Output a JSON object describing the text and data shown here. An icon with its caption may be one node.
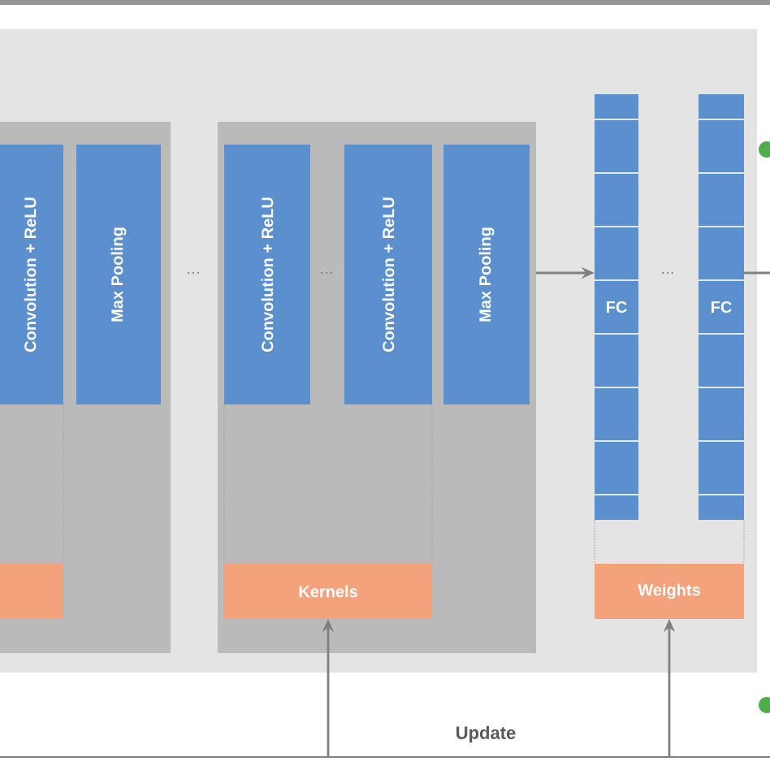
{
  "diagram": {
    "nodes": [
      {
        "text": [],
        "shape": "box"
      },
      {
        "text": [],
        "shape": "box",
        "in": 0
      },
      {
        "text": [
          "Convolution + ReLU"
        ],
        "in": 1
      },
      {
        "text": [
          "Max Pooling"
        ],
        "in": 1
      },
      {
        "text": [],
        "shape": "box",
        "in": 1
      },
      {
        "text": [],
        "shape": "box",
        "in": 0
      },
      {
        "text": [
          "Convolution + ReLU"
        ],
        "in": 5
      },
      {
        "text": [
          "Convolution + ReLU"
        ],
        "in": 5
      },
      {
        "text": [
          "Max Pooling"
        ],
        "in": 5
      },
      {
        "text": [
          "Kernels"
        ],
        "in": 5
      },
      {
        "text": [
          "FC"
        ],
        "in": 0
      },
      {
        "text": [
          "FC"
        ],
        "in": 0
      },
      {
        "text": [
          "Weights"
        ],
        "in": 0
      }
    ],
    "edges": [
      {
        "from": 5,
        "to": 10,
        "arrow": "to"
      },
      {
        "from": 11,
        "to": null,
        "arrow": "none"
      },
      {
        "from": null,
        "to": 9,
        "arrow": "to"
      },
      {
        "from": null,
        "to": 12,
        "arrow": "to"
      },
      {
        "from": 2,
        "to": 4,
        "arrow": "none",
        "style": "dashed",
        "color": "#a3a3a3"
      },
      {
        "from": 6,
        "to": 9,
        "arrow": "none",
        "style": "dashed",
        "color": "#a3a3a3"
      },
      {
        "from": 7,
        "to": 9,
        "arrow": "none",
        "style": "dashed",
        "color": "#a3a3a3"
      },
      {
        "from": 10,
        "to": 12,
        "arrow": "none",
        "style": "dashed",
        "color": "#a3a3a3"
      },
      {
        "from": 11,
        "to": 12,
        "arrow": "none",
        "style": "dashed",
        "color": "#a3a3a3"
      }
    ],
    "labels": [
      "…",
      "…",
      "…",
      "Update"
    ]
  }
}
